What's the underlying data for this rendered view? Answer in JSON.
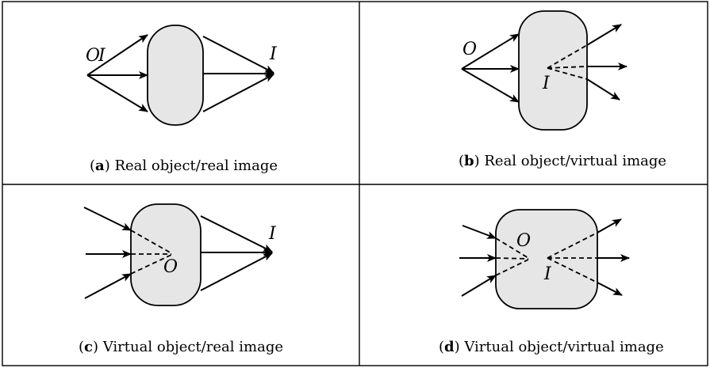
{
  "panels": {
    "a": {
      "caption_open": "(",
      "caption_letter": "a",
      "caption_rest": ") Real object/real image",
      "label_object": "O",
      "label_image": "I"
    },
    "b": {
      "caption_open": "(",
      "caption_letter": "b",
      "caption_rest": ") Real object/virtual image",
      "label_object": "O",
      "label_image": "I"
    },
    "c": {
      "caption_open": "(",
      "caption_letter": "c",
      "caption_rest": ") Virtual object/real image",
      "label_object": "O",
      "label_image": "I"
    },
    "d": {
      "caption_open": "(",
      "caption_letter": "d",
      "caption_rest": ") Virtual object/virtual image",
      "label_object": "O",
      "label_image": "I"
    }
  },
  "colors": {
    "lens_fill": "#e6e6e6",
    "line": "#000000"
  }
}
